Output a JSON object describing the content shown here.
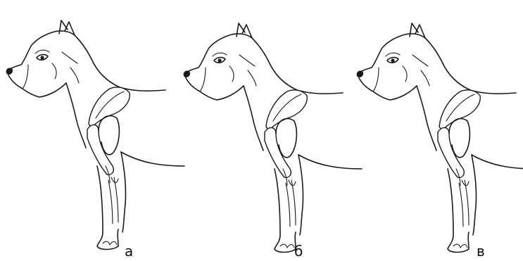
{
  "figure": {
    "panels": [
      {
        "label": "а"
      },
      {
        "label": "б"
      },
      {
        "label": "в"
      }
    ],
    "colors": {
      "ink": "#1a1a1a",
      "background": "#ffffff"
    }
  }
}
